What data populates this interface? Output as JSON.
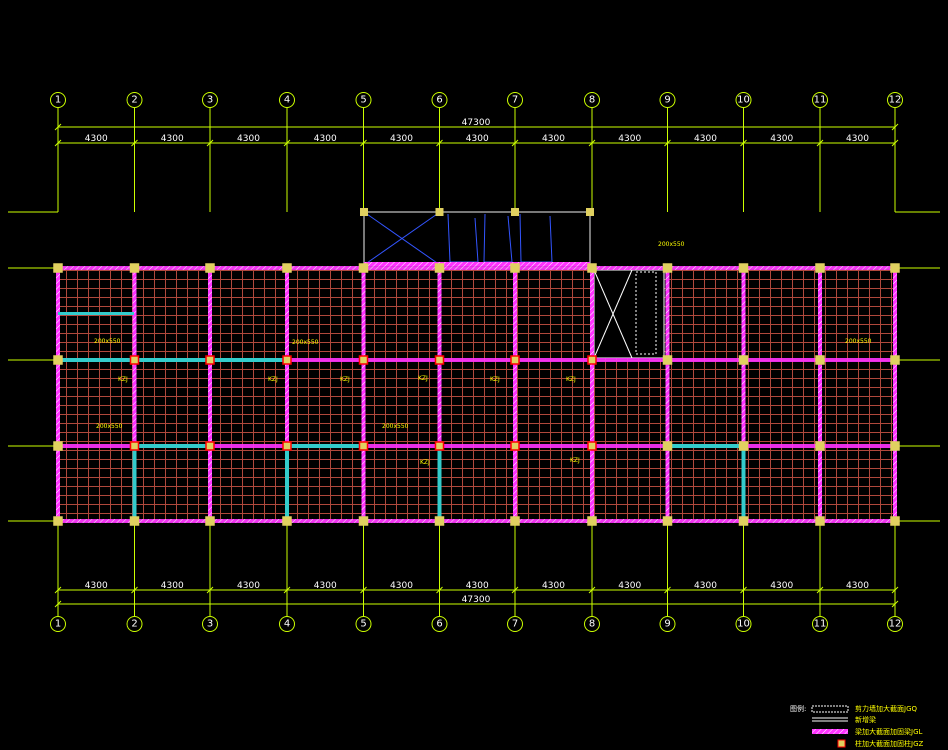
{
  "axes": {
    "labels": [
      "1",
      "2",
      "3",
      "4",
      "5",
      "6",
      "7",
      "8",
      "9",
      "10",
      "11",
      "12"
    ],
    "bay_dim": "4300",
    "total_dim": "47300"
  },
  "colors": {
    "background": "#000000",
    "grid_line": "#ccff00",
    "slab_lines": "#b0483c",
    "beam_magenta": "#ff33ff",
    "beam_cyan": "#33cccc",
    "column_yellow": "#e0d060",
    "annotation_yellow": "#ffff00",
    "stair_blue": "#3355ff"
  },
  "annotations": {
    "beam_tag": "KZJ",
    "beam_size": "200x550"
  },
  "legend": {
    "title": "图例:",
    "items": [
      {
        "label": "剪力墙加大截面JGQ",
        "icon": "dotted-box-icon"
      },
      {
        "label": "新增梁",
        "icon": "double-line-icon"
      },
      {
        "label": "梁加大截面加固梁JGL",
        "icon": "hatched-bar-icon"
      },
      {
        "label": "柱加大截面加固柱JGZ",
        "icon": "column-square-icon"
      }
    ]
  }
}
